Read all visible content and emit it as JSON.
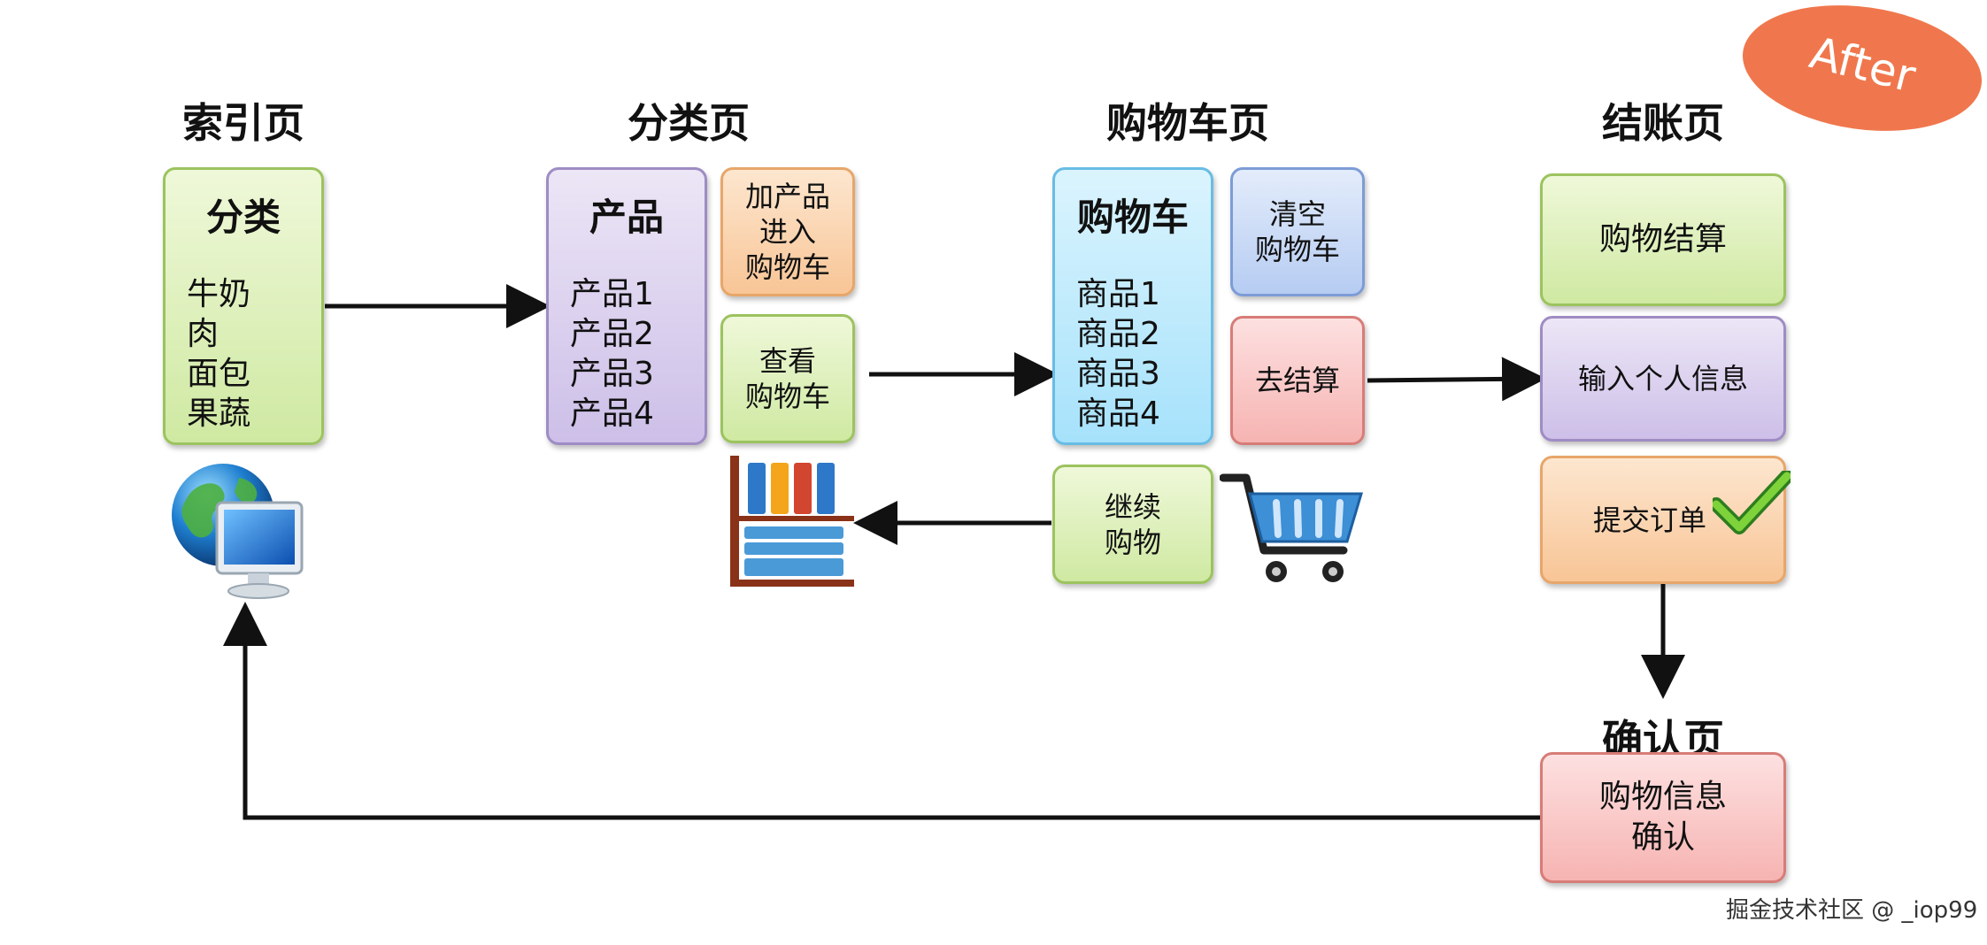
{
  "badge": {
    "label": "After"
  },
  "titles": {
    "index": "索引页",
    "category": "分类页",
    "cart": "购物车页",
    "checkout": "结账页",
    "confirm": "确认页"
  },
  "index_box": {
    "header": "分类",
    "items": [
      "牛奶",
      "肉",
      "面包",
      "果蔬"
    ]
  },
  "product_box": {
    "header": "产品",
    "items": [
      "产品1",
      "产品2",
      "产品3",
      "产品4"
    ]
  },
  "add_to_cart": {
    "lines": [
      "加产品",
      "进入",
      "购物车"
    ]
  },
  "view_cart": {
    "lines": [
      "查看",
      "购物车"
    ]
  },
  "cart_box": {
    "header": "购物车",
    "items": [
      "商品1",
      "商品2",
      "商品3",
      "商品4"
    ]
  },
  "clear_cart": {
    "lines": [
      "清空",
      "购物车"
    ]
  },
  "go_checkout": {
    "label": "去结算"
  },
  "continue_shopping": {
    "lines": [
      "继续",
      "购物"
    ]
  },
  "checkout_steps": {
    "settle": "购物结算",
    "personal_info": "输入个人信息",
    "submit_order": "提交订单"
  },
  "confirm_box": {
    "lines": [
      "购物信息",
      "确认"
    ]
  },
  "watermark": "掘金技术社区 @ _iop99",
  "icons": [
    "globe-computer-icon",
    "bookshelf-icon",
    "shopping-cart-icon",
    "checkmark-icon"
  ],
  "colors": {
    "green": "#cfe9a2",
    "purple": "#cdbfe8",
    "orange": "#f8c596",
    "blue": "#a6e2fb",
    "steel_blue": "#b6ccf2",
    "red": "#f6b4b2",
    "badge": "#f0774d",
    "arrow": "#111111"
  }
}
